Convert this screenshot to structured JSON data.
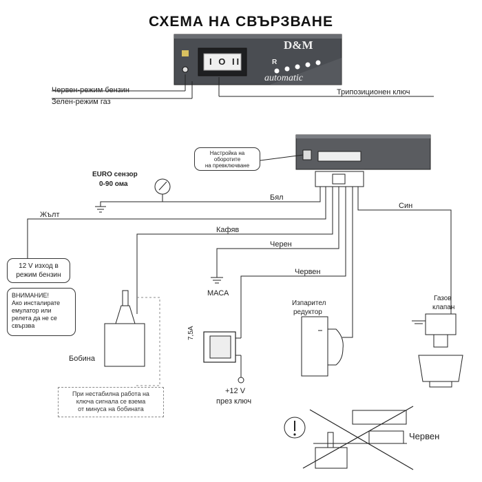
{
  "title": "СХЕМА НА СВЪРЗВАНЕ",
  "controller": {
    "brand": "D&M",
    "switch_text": "I O II",
    "r_label": "R",
    "script_text": "automatic"
  },
  "panel_labels": {
    "red_mode": "Червен-режим бензин",
    "green_mode": "Зелен-режим газ",
    "switch_3pos": "Трипозиционен ключ"
  },
  "rpm_note": {
    "line1": "Настройка на",
    "line2": "оборотите",
    "line3": "на превключване"
  },
  "euro_sensor": {
    "line1": "EURO сензор",
    "line2": "0-90 ома"
  },
  "wires": {
    "white": "Бял",
    "yellow": "Жълт",
    "brown": "Кафяв",
    "black": "Черен",
    "red": "Червен",
    "blue": "Син"
  },
  "output_box": {
    "line1": "12 V изход в",
    "line2": "режим бензин"
  },
  "warning": {
    "line1": "ВНИМАНИЕ!",
    "line2": "Ако инсталирате",
    "line3": "емулатор или",
    "line4": "релета да не се",
    "line5": "свързва"
  },
  "ground_label": "МАСА",
  "coil_label": "Бобина",
  "fuse_label": "7,5A",
  "plus12": {
    "line1": "+12 V",
    "line2": "през ключ"
  },
  "reducer": {
    "line1": "Изпарител",
    "line2": "редуктор"
  },
  "gas_valve": {
    "line1": "Газов",
    "line2": "клапан"
  },
  "unstable_note": {
    "line1": "При нестабилна работа на",
    "line2": "ключа сигнала се взема",
    "line3": "от минуса на бобината"
  },
  "bottom_red": "Червен",
  "colors": {
    "panel": "#4a4d52",
    "panel_dark": "#2b2d30",
    "module": "#5a5c60",
    "line": "#222222",
    "dashed": "#888888"
  }
}
